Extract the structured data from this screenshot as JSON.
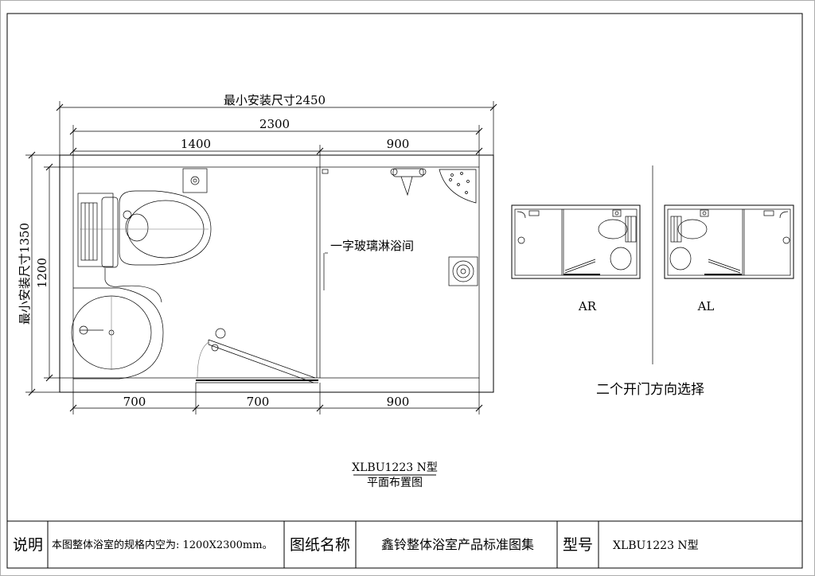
{
  "plan": {
    "dim_overall_width": "最小安装尺寸2450",
    "dim_inner_width": "2300",
    "dim_left_top": "1400",
    "dim_right_top": "900",
    "dim_overall_height": "最小安装尺寸1350",
    "dim_inner_height": "1200",
    "dim_bottom_1": "700",
    "dim_bottom_2": "700",
    "dim_bottom_3": "900",
    "shower_label": "一字玻璃淋浴间"
  },
  "variants": {
    "ar_label": "AR",
    "al_label": "AL",
    "caption": "二个开门方向选择"
  },
  "title_block": {
    "model": "XLBU1223 N型",
    "drawing_subtitle": "平面布置图"
  },
  "footer": {
    "note_label": "说明",
    "note_text": "本图整体浴室的规格内空为: 1200X2300mm。",
    "name_label": "图纸名称",
    "name_value": "鑫铃整体浴室产品标准图集",
    "model_label": "型号",
    "model_value": "XLBU1223 N型"
  }
}
